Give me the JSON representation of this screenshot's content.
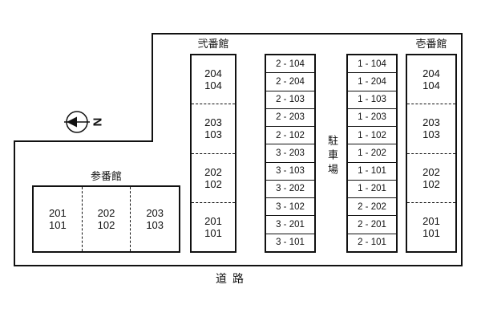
{
  "plan": {
    "road_label": "道路",
    "compass_letter": "N"
  },
  "parking": {
    "label": "駐車場",
    "left_column": [
      "2 - 104",
      "2 - 204",
      "2 - 103",
      "2 - 203",
      "2 - 102",
      "3 - 203",
      "3 - 103",
      "3 - 202",
      "3 - 102",
      "3 - 201",
      "3 - 101"
    ],
    "right_column": [
      "1 - 104",
      "1 - 204",
      "1 - 103",
      "1 - 203",
      "1 - 102",
      "1 - 202",
      "1 - 101",
      "1 - 201",
      "2 - 202",
      "2 - 201",
      "2 - 101"
    ]
  },
  "buildings": {
    "nibankan": {
      "name": "弐番館",
      "units": [
        [
          "204",
          "104"
        ],
        [
          "203",
          "103"
        ],
        [
          "202",
          "102"
        ],
        [
          "201",
          "101"
        ]
      ]
    },
    "ichibankan": {
      "name": "壱番館",
      "units": [
        [
          "204",
          "104"
        ],
        [
          "203",
          "103"
        ],
        [
          "202",
          "102"
        ],
        [
          "201",
          "101"
        ]
      ]
    },
    "sanbankan": {
      "name": "参番館",
      "units": [
        [
          "201",
          "101"
        ],
        [
          "202",
          "102"
        ],
        [
          "203",
          "103"
        ]
      ]
    }
  }
}
